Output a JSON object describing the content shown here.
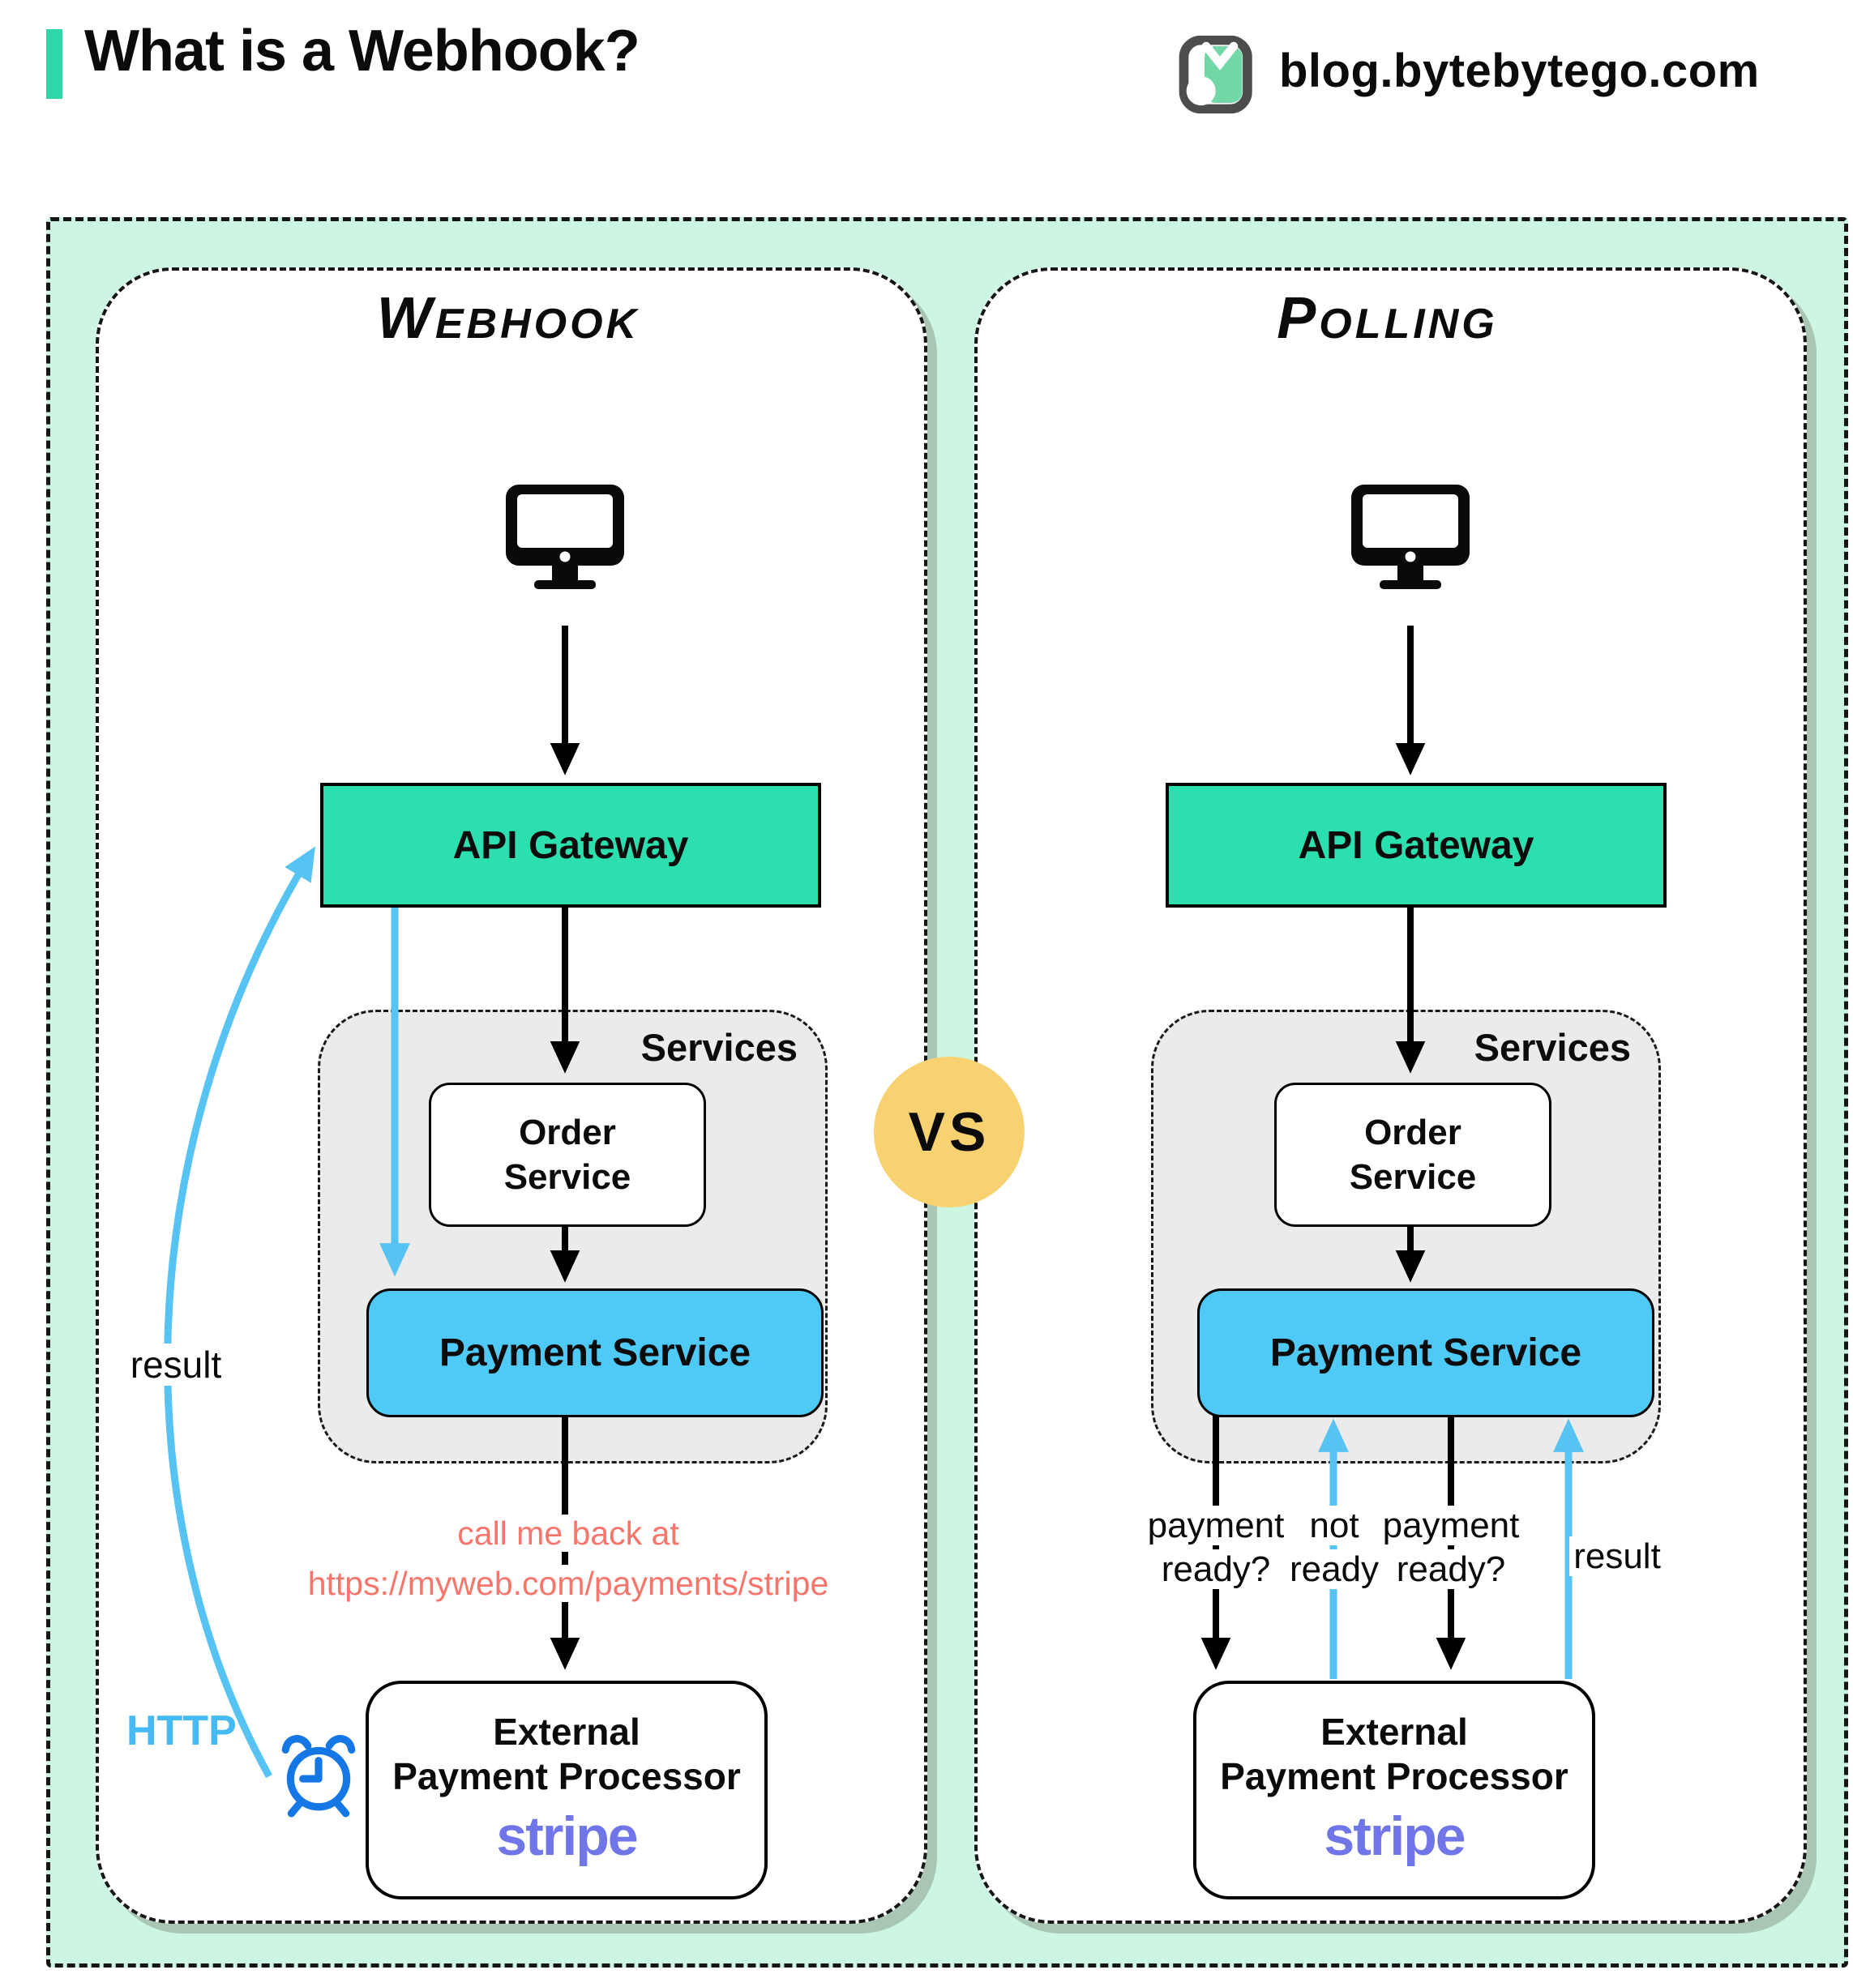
{
  "header": {
    "title": "What is a Webhook?",
    "site": "blog.bytebytego.com"
  },
  "comparison": {
    "left_title": "Webhook",
    "right_title": "Polling",
    "vs": "VS"
  },
  "diagram": {
    "client_icon": "desktop-computer",
    "api_gateway": "API Gateway",
    "services_label": "Services",
    "order_service_line1": "Order",
    "order_service_line2": "Service",
    "payment_service": "Payment Service",
    "external_line1": "External",
    "external_line2": "Payment Processor",
    "external_brand": "stripe"
  },
  "webhook_annotations": {
    "result": "result",
    "http": "HTTP",
    "callback_line1": "call me back at",
    "callback_line2": "https://myweb.com/payments/stripe",
    "timer_icon": "alarm-clock"
  },
  "polling_annotations": {
    "request1_line1": "payment",
    "request1_line2": "ready?",
    "response1_line1": "not",
    "response1_line2": "ready",
    "request2_line1": "payment",
    "request2_line2": "ready?",
    "result": "result"
  },
  "colors": {
    "mint_background": "#cdf6e2",
    "gateway_teal": "#2be0ae",
    "payment_blue": "#4fc9f5",
    "arrow_blue": "#56c3f2",
    "http_blue": "#45baf4",
    "clock_blue": "#1577e6",
    "callback_salmon": "#f8756c",
    "stripe_purple": "#7076e8",
    "vs_yellow": "#f8d171",
    "services_gray": "#ebebeb",
    "accent_teal": "#2fd6a8",
    "panel_shadow": "#a9c6b4"
  }
}
